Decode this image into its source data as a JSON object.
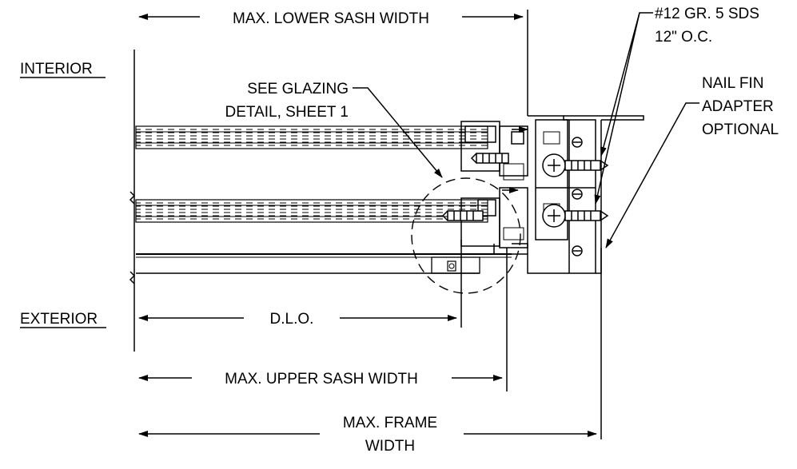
{
  "labels": {
    "max_lower_sash_width": "MAX. LOWER SASH WIDTH",
    "fastener_line1": "#12 GR. 5 SDS",
    "fastener_line2": "12\" O.C.",
    "interior": "INTERIOR",
    "see_glazing_line1": "SEE GLAZING",
    "see_glazing_line2": "DETAIL, SHEET 1",
    "nail_fin_line1": "NAIL FIN",
    "nail_fin_line2": "ADAPTER",
    "nail_fin_line3": "OPTIONAL",
    "exterior": "EXTERIOR",
    "dlo": "D.L.O.",
    "max_upper_sash_width": "MAX. UPPER SASH WIDTH",
    "max_frame_width_line1": "MAX. FRAME",
    "max_frame_width_line2": "WIDTH"
  },
  "colors": {
    "line": "#000000",
    "background": "#ffffff"
  }
}
